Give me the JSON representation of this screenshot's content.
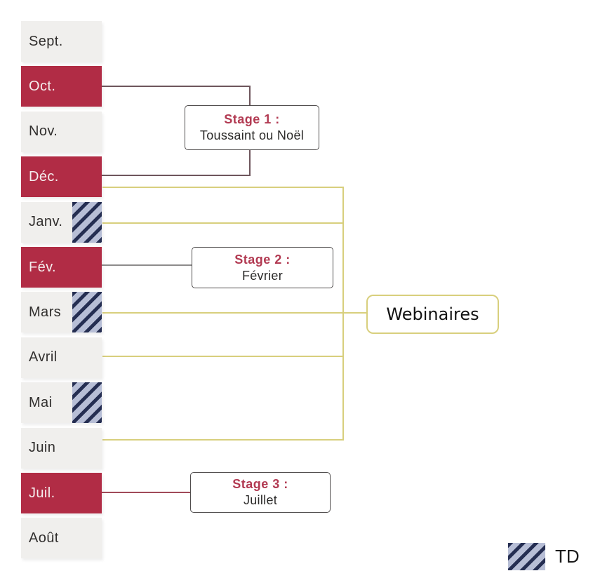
{
  "colors": {
    "month_bg": "#f0efed",
    "month_red_bg": "#b12c45",
    "month_text": "#312f2e",
    "month_red_text": "#f5eeee",
    "stage_title": "#b23a52",
    "stage_border": "#4f4c4c",
    "stage_text": "#2b2a29",
    "webinar_border": "#d8cf7d",
    "yellow_line": "#d8cf7d",
    "maroon_line": "#6e565c",
    "gray_line": "#8d8b8b",
    "red_line": "#a04a59",
    "hatch_dark": "#252e52",
    "hatch_light": "#b7bed6"
  },
  "months": [
    {
      "label": "Sept.",
      "variant": "normal",
      "td": false
    },
    {
      "label": "Oct.",
      "variant": "red",
      "td": false
    },
    {
      "label": "Nov.",
      "variant": "normal",
      "td": false
    },
    {
      "label": "Déc.",
      "variant": "red",
      "td": false
    },
    {
      "label": "Janv.",
      "variant": "normal",
      "td": true
    },
    {
      "label": "Fév.",
      "variant": "red",
      "td": false
    },
    {
      "label": "Mars",
      "variant": "normal",
      "td": true
    },
    {
      "label": "Avril",
      "variant": "normal",
      "td": false
    },
    {
      "label": "Mai",
      "variant": "normal",
      "td": true
    },
    {
      "label": "Juin",
      "variant": "normal",
      "td": false
    },
    {
      "label": "Juil.",
      "variant": "red",
      "td": false
    },
    {
      "label": "Août",
      "variant": "normal",
      "td": false
    }
  ],
  "stages": {
    "stage1": {
      "title": "Stage 1 :",
      "subtitle": "Toussaint ou Noël"
    },
    "stage2": {
      "title": "Stage 2 :",
      "subtitle": "Février"
    },
    "stage3": {
      "title": "Stage 3 :",
      "subtitle": "Juillet"
    }
  },
  "webinars": {
    "label": "Webinaires"
  },
  "legend": {
    "td_label": "TD"
  }
}
